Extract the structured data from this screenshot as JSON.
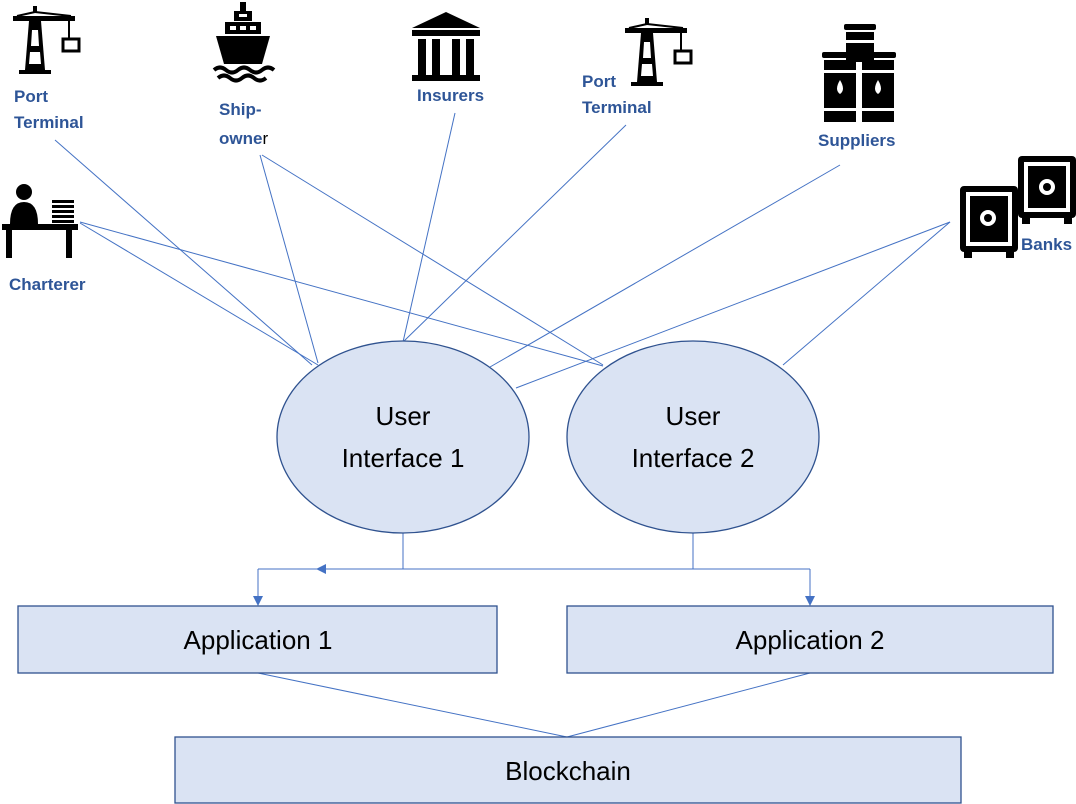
{
  "actors": {
    "port_terminal_left": {
      "line1": "Port",
      "line2": "Terminal",
      "icon": "crane-icon"
    },
    "shipowner": {
      "line1": "Ship-",
      "line2_main": "owne",
      "line2_tail": "r",
      "icon": "ship-icon"
    },
    "insurers": {
      "label": "Insurers",
      "icon": "bank-building-icon"
    },
    "port_terminal_right": {
      "line1": "Port",
      "line2": "Terminal",
      "icon": "crane-icon"
    },
    "suppliers": {
      "label": "Suppliers",
      "icon": "oil-barrels-icon"
    },
    "charterer": {
      "label": "Charterer",
      "icon": "desk-person-icon"
    },
    "banks": {
      "label": "Banks",
      "icon": "safe-icon"
    }
  },
  "interfaces": {
    "ui1": {
      "line1": "User",
      "line2": "Interface 1"
    },
    "ui2": {
      "line1": "User",
      "line2": "Interface 2"
    }
  },
  "applications": {
    "app1": "Application 1",
    "app2": "Application 2"
  },
  "blockchain": "Blockchain",
  "colors": {
    "actor_text": "#2e5597",
    "connector": "#4472c4",
    "node_fill": "#dae3f3",
    "node_stroke": "#2f528f"
  }
}
